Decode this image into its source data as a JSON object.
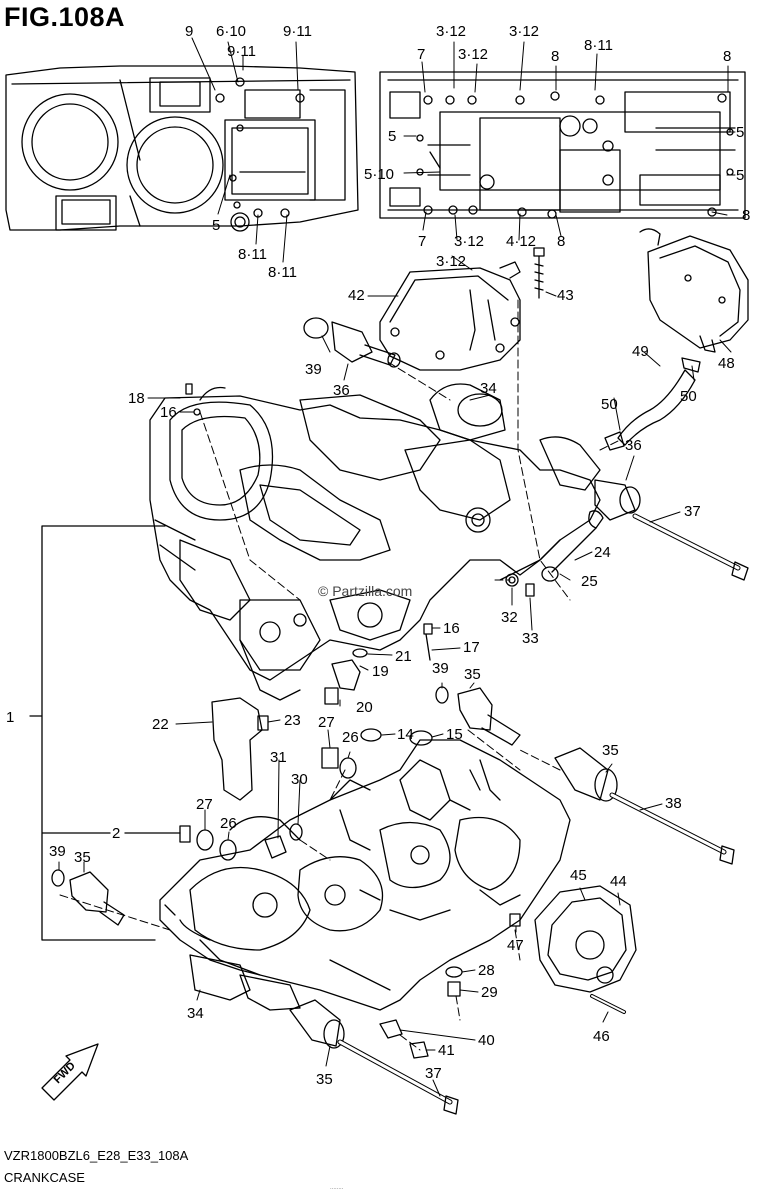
{
  "figure": {
    "title": "FIG.108A",
    "model_code": "VZR1800BZL6_E28_E33_108A",
    "caption": "CRANKCASE",
    "watermark": "© Partzilla.com",
    "fineprint": "........"
  },
  "callouts": [
    {
      "id": "c-9",
      "text": "9"
    },
    {
      "id": "c-6-10",
      "text": "6·10"
    },
    {
      "id": "c-9-11a",
      "text": "9·11"
    },
    {
      "id": "c-9-11b",
      "text": "9·11"
    },
    {
      "id": "c-5a",
      "text": "5"
    },
    {
      "id": "c-8-11a",
      "text": "8·11"
    },
    {
      "id": "c-8-11b",
      "text": "8·11"
    },
    {
      "id": "c-3-12a",
      "text": "3·12"
    },
    {
      "id": "c-3-12b",
      "text": "3·12"
    },
    {
      "id": "c-3-12c",
      "text": "3·12"
    },
    {
      "id": "c-7a",
      "text": "7"
    },
    {
      "id": "c-8a",
      "text": "8"
    },
    {
      "id": "c-8-11c",
      "text": "8·11"
    },
    {
      "id": "c-8b",
      "text": "8"
    },
    {
      "id": "c-5b",
      "text": "5"
    },
    {
      "id": "c-5-10",
      "text": "5·10"
    },
    {
      "id": "c-5c",
      "text": "5"
    },
    {
      "id": "c-5d",
      "text": "5"
    },
    {
      "id": "c-8c",
      "text": "8"
    },
    {
      "id": "c-7b",
      "text": "7"
    },
    {
      "id": "c-3-12d",
      "text": "3·12"
    },
    {
      "id": "c-4-12",
      "text": "4·12"
    },
    {
      "id": "c-8d",
      "text": "8"
    },
    {
      "id": "c-3-12e",
      "text": "3·12"
    },
    {
      "id": "c-42",
      "text": "42"
    },
    {
      "id": "c-43",
      "text": "43"
    },
    {
      "id": "c-48",
      "text": "48"
    },
    {
      "id": "c-39a",
      "text": "39"
    },
    {
      "id": "c-36a",
      "text": "36"
    },
    {
      "id": "c-49",
      "text": "49"
    },
    {
      "id": "c-50a",
      "text": "50"
    },
    {
      "id": "c-50b",
      "text": "50"
    },
    {
      "id": "c-34a",
      "text": "34"
    },
    {
      "id": "c-18",
      "text": "18"
    },
    {
      "id": "c-16a",
      "text": "16"
    },
    {
      "id": "c-36b",
      "text": "36"
    },
    {
      "id": "c-37a",
      "text": "37"
    },
    {
      "id": "c-24",
      "text": "24"
    },
    {
      "id": "c-25",
      "text": "25"
    },
    {
      "id": "c-32",
      "text": "32"
    },
    {
      "id": "c-33",
      "text": "33"
    },
    {
      "id": "c-16b",
      "text": "16"
    },
    {
      "id": "c-17",
      "text": "17"
    },
    {
      "id": "c-21",
      "text": "21"
    },
    {
      "id": "c-19",
      "text": "19"
    },
    {
      "id": "c-39b",
      "text": "39"
    },
    {
      "id": "c-35a",
      "text": "35"
    },
    {
      "id": "c-1",
      "text": "1"
    },
    {
      "id": "c-20",
      "text": "20"
    },
    {
      "id": "c-22",
      "text": "22"
    },
    {
      "id": "c-23",
      "text": "23"
    },
    {
      "id": "c-27a",
      "text": "27"
    },
    {
      "id": "c-14",
      "text": "14"
    },
    {
      "id": "c-15",
      "text": "15"
    },
    {
      "id": "c-26a",
      "text": "26"
    },
    {
      "id": "c-31",
      "text": "31"
    },
    {
      "id": "c-30",
      "text": "30"
    },
    {
      "id": "c-35b",
      "text": "35"
    },
    {
      "id": "c-27b",
      "text": "27"
    },
    {
      "id": "c-38",
      "text": "38"
    },
    {
      "id": "c-2",
      "text": "2"
    },
    {
      "id": "c-26b",
      "text": "26"
    },
    {
      "id": "c-39c",
      "text": "39"
    },
    {
      "id": "c-35c",
      "text": "35"
    },
    {
      "id": "c-45",
      "text": "45"
    },
    {
      "id": "c-44",
      "text": "44"
    },
    {
      "id": "c-47",
      "text": "47"
    },
    {
      "id": "c-28",
      "text": "28"
    },
    {
      "id": "c-29",
      "text": "29"
    },
    {
      "id": "c-34b",
      "text": "34"
    },
    {
      "id": "c-46",
      "text": "46"
    },
    {
      "id": "c-40",
      "text": "40"
    },
    {
      "id": "c-41",
      "text": "41"
    },
    {
      "id": "c-35d",
      "text": "35"
    },
    {
      "id": "c-37b",
      "text": "37"
    }
  ],
  "fwd_label": "FWD"
}
